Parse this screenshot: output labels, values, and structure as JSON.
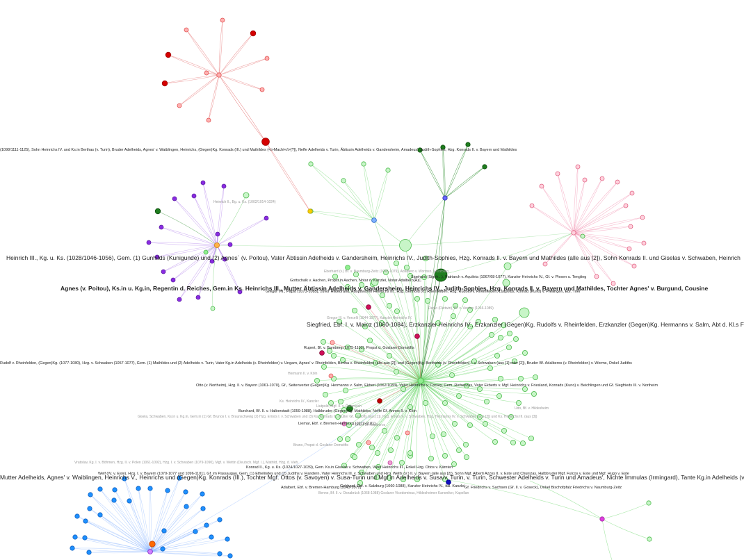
{
  "colors": {
    "red": "#d40000",
    "red_light": "#f08080",
    "pink": "#f06ea0",
    "purple": "#8a2be2",
    "green": "#90ee90",
    "green_dark": "#1e7d1e",
    "blue": "#1e90ff",
    "orange": "#ff6a00",
    "yellow": "#f5d000",
    "magenta": "#e040e0",
    "crimson": "#d0105a"
  },
  "labels": {
    "heinrich_iii": "Heinrich III., Kg. u. Ks. (1028/1046-1056), Gem. (1) Gunhilds (Kunigunde) und (2) Agnes´ (v. Poitou), Vater Äbtissin Adelheids v. Gandersheim, Heinrichs IV., Judith-Sophies, Hzg. Konrads II. v. Bayern und Mathildes (alle aus [2]), Sohn Konrads II. und Giselas v. Schwaben, Heinrich",
    "agnes": "Agnes (v. Poitou), Ks.in u. Kg.in, Regentin d. Reiches, Gem.in Ks. Heinrichs III., Mutter Äbtissin Adelheids v. Gandersheim, Heinrichs IV., Judith-Sophies, Hzg. Konrads II. v. Bayern und Mathildes, Tochter Agnes' v. Burgund, Cousine",
    "siegfried": "Siegfried, Ebf. I. v. Mainz (1060-1084), Erzkanzler Heinrichs IV., Erzkanzler (Gegen)Kg. Rudolfs v. Rheinfelden, Erzkanzler (Gegen)Kg. Hermanns v. Salm, Abt d. Kl.s Fulda",
    "top_line": "(1098/1111-1125), Sohn Heinrichs IV. und Ks.in Berthas (v. Turin), Bruder Adelheids, Agnes' v. Waiblingen, Heinrichs, (Gegen)Kg. Konrads (III.) und Mathildes (<i>Macht</i>[?]), Neffe Adelheids v. Turin, Äbtissin Adelheids v. Gandersheim, Amadeus', Judith-Sophies, Hzg. Konrads II. v. Bayern und Mathildes",
    "gottschalk": "Gottschalk v. Aachen, Propst in Aachen, Notar d. Kanzlei, Notar Adalbero(A)C",
    "sigehard": "Sigehard (Sigeh...), Patriarch v. Aquileia (1067/68-1077), Kanzler Heinrichs IV., Gf. v. Plesen u. Tengling",
    "gregor": "Gregor VII., Papst (1073-1085), zuvor Hildebrand, Adoptivsohn Heinrichs III., Hzg. Berthold (v.) Rheinfelden, Hzg. Rudolfs v. Rheinfelden, Luitpolds, Konrad (Kuno) v. Pfullingen, Ebf. Trier",
    "rudolf": "Rudolf v. Rheinfelden, (Gegen)Kg. (1077-1080), Hzg. v. Schwaben (1057-1077), Gem. (1) Mathildes und (2) Adelheids v. Turin, Vater Kg.in Adelheids (v. Rheinfelden) v. Ungarn, Agnes' v. Rheinfelden, Bertha v. Rheinfelden (alle aus [2]) und (Gegen)Kg. Bertholds (v. Rheinfelden) I. v. Schwaben (aus [1] oder [2]), Bruder Bf. Adalberos (v. Rheinfelden) v. Worms, Onkel Judiths",
    "otto": "Otto (v. Northeim), Hzg. II. v. Bayern (1061-1070), Gf., Seitenverter (Gegen)Kg. Hermanns v. Salm, Ekbert (1062/1083), Vater Heinrichs v. Corvey, Gem. Richenzas, Vater Ekberts v. Mgf. Heinrichs v. Friesland, Konrads (Kuno) v. Beichlingen und Gf. Siegfrieds III. v. Northeim",
    "rupert": "Rupert, Bf. v. Bamberg (1075-1102), Propst d. Goslarer Domstifts",
    "burchard": "Burchard, Bf. II. v. Halberstadt (1059-1088), Halbbruder (Gegen)Kg. Mathildes, Neffe Gf. Annos II. v. Köln",
    "liemar": "Liemar, Ebf. v. Bremen-Hamburg (1072-1101)",
    "konradii": "Konrad II., Kg. u. Ks. (1024/1027-1039), Gem. Ks.in Giselas v. Schwaben, Vater Heinrichs III., Enkel Hzg. Ottos v. Kärnten",
    "welf": "Welf (IV. v. Este), Hzg. I. v. Bayern (1070-1077 und 1096-1101), Gf. im Passaugau, Gem. (1) Ethelindes und (2) Judiths v. Flandern, Vater Heinrichs III. v. Schwaben und Hzg. Welfs (V.) II. v. Bayern (alle aus [2]), Sohn Mgf. Alberti Azzos II. v. Este und Chunizas, Halbbruder Mgf. Fulcos v. Este und Mgf. Hugo v. Este",
    "mutter_adelheid": "Mutter Adelheids, Agnes' v. Waiblingen, Heinrichs V., Heinrichs und (Gegen)Kg. Konrads (III.), Tochter Mgf. Ottos (v. Savoyen) v. Susa-Turin und Mgf.in Adelheids v. Susa/v. Turin, v. Turin, Schwester Adelheids v. Turin und Amadeus', Nichte Immulas (Irmingard), Tante Kg.in Adelheids (v. Rheinfelden) v. Ungarn, Agnes' v. Rheinfelden, Berthas v. Rheinfelden und (Gegen",
    "gebhard": "Gebhard, Ebf. v. Salzburg (1060-1088), Kanzler Heinrichs IV., ital. Kanzlei",
    "adalbert": "Adalbert, Ebf. v. Bremen-Hamburg (1043-1072)",
    "friedrich": "Gf. Friedrichs v. Sachsen (Gf. II. v. Goseck), Onkel Bischofpfalz Friedrichs v. Naumburg-Zeitz",
    "benno": "Benno, Bf. II. v. Osnabrück (1068-1088) Goslarer Vicedominus, Hildesheimer Kanoniker, Kapellan",
    "f_heinrich_ii": "Heinrich II., Bg. u. Ks. (1002/1014-1024)",
    "f_eberhard": "Eberhard (v.) Bf. v. Naumburg-Zeitz (1045-1079), Adalbero v. Wormsn, Würzburg",
    "f_gregor_iii": "Gregor III. v. Vercelli (1044-1077), Kanzler Heinrichs IV.",
    "f_denlo": "Denlo (Dietwin), Bf. v. Verdun (1046-1089)",
    "f_gisela": "Gisela, Schwaben, Ks.in u. Kg.in, Gem.in (1) Gf. Brunos I. v. Braunschweig (2) Hzg. Ernsts I. v. Schwaben und (3) Ks. Konrads II., Mutter Gf. Liudolfs (aus [1]), Hzg. Ernsts II. v. Schwaben, Hzg. Hermanns IV. v. Schwaben (aus [2]) und Ks. Heinrichs III. (aus [3])",
    "f_vratislav": "Vratislav, Kg. I. v. Böhmen, Hzg. II. v. Polen (1061-1092), Hzg. I. v. Schwaben (1079-1090), Mgf. v. Wettin (Deutsch. Mgf. I.), Mathild, Hzg. d. Vieh.",
    "f_liutpold": "Liutpold, Mgf. II. v. Österreich",
    "f_kaiser": "Ks. Heinrichs IV., Kanzler",
    "f_bruno": "Bruno, Propst d. Goslarer Domstifts",
    "f_onkel": "Onkel Bf. Adalberos",
    "f_hermann": "Hermann II. v. Köln",
    "f_udo": "Udo, Bf. v. Hildesheim"
  }
}
